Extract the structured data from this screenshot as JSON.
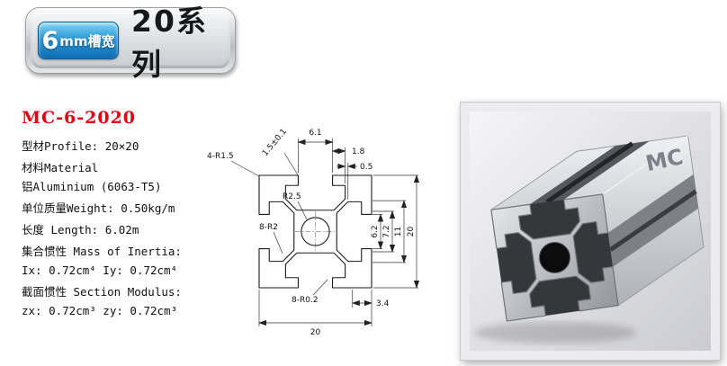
{
  "badge": {
    "slot_number": "6",
    "slot_unit": "mm槽宽",
    "series": "20系列"
  },
  "specs": {
    "model": "MC-6-2020",
    "lines": [
      "型材Profile: 20×20",
      "材料Material",
      "铝Aluminium (6063-T5)",
      "单位质量Weight: 0.50kg/m",
      "长度 Length: 6.02m",
      "集合惯性 Mass of Inertia:",
      "Ix: 0.72cm⁴  Iy: 0.72cm⁴",
      "截面惯性 Section Modulus:",
      "zx: 0.72cm³ zy: 0.72cm³"
    ]
  },
  "drawing": {
    "dim_slot_width": "6.1",
    "dim_lip": "1.8",
    "dim_gap": "0.5",
    "tolerance": "1.5±0.1",
    "corner_radius": "4-R1.5",
    "hole_radius": "R2.5",
    "inner_fillets": "8-R2",
    "small_fillets": "8-R0.2",
    "dim_3_4": "3.4",
    "dim_6_2": "6.2",
    "dim_7_2": "7.2",
    "dim_11": "11",
    "dim_20_right": "20",
    "dim_20_bottom": "20"
  },
  "photo": {
    "brand": "MC"
  },
  "colors": {
    "model_red": "#e60012",
    "badge_blue": "#0d6cb4",
    "drawing_ink": "#1a1a1a"
  }
}
